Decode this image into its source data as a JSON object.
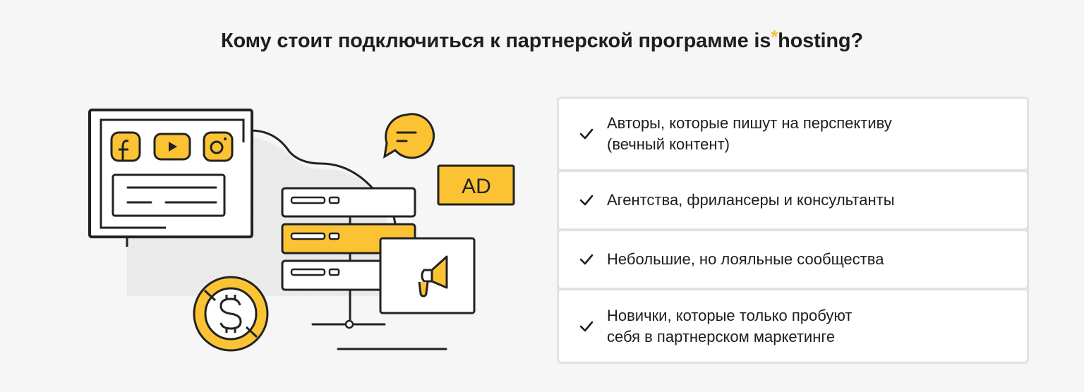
{
  "title": {
    "prefix": "Кому стоит подключиться к партнерской программе is",
    "star": "*",
    "suffix": "hosting?"
  },
  "illustration": {
    "ad_label": "AD",
    "social_icons": [
      "facebook-icon",
      "youtube-icon",
      "instagram-icon"
    ],
    "elements": [
      "browser-window",
      "chat-bubble-icon",
      "server-stack",
      "megaphone-icon",
      "dollar-coin-icon",
      "cloud"
    ]
  },
  "list": {
    "items": [
      {
        "line1": "Авторы, которые пишут на перспективу",
        "line2": "(вечный контент)"
      },
      {
        "line1": "Агентства, фрилансеры и консультанты",
        "line2": ""
      },
      {
        "line1": "Небольшие, но лояльные сообщества",
        "line2": ""
      },
      {
        "line1": "Новички, которые только пробуют",
        "line2": "себя в партнерском маркетинге"
      }
    ],
    "icon": "check-icon"
  },
  "colors": {
    "background": "#f6f6f6",
    "accent": "#fbc334",
    "stroke": "#222222",
    "card_border": "#e2e2e2"
  }
}
